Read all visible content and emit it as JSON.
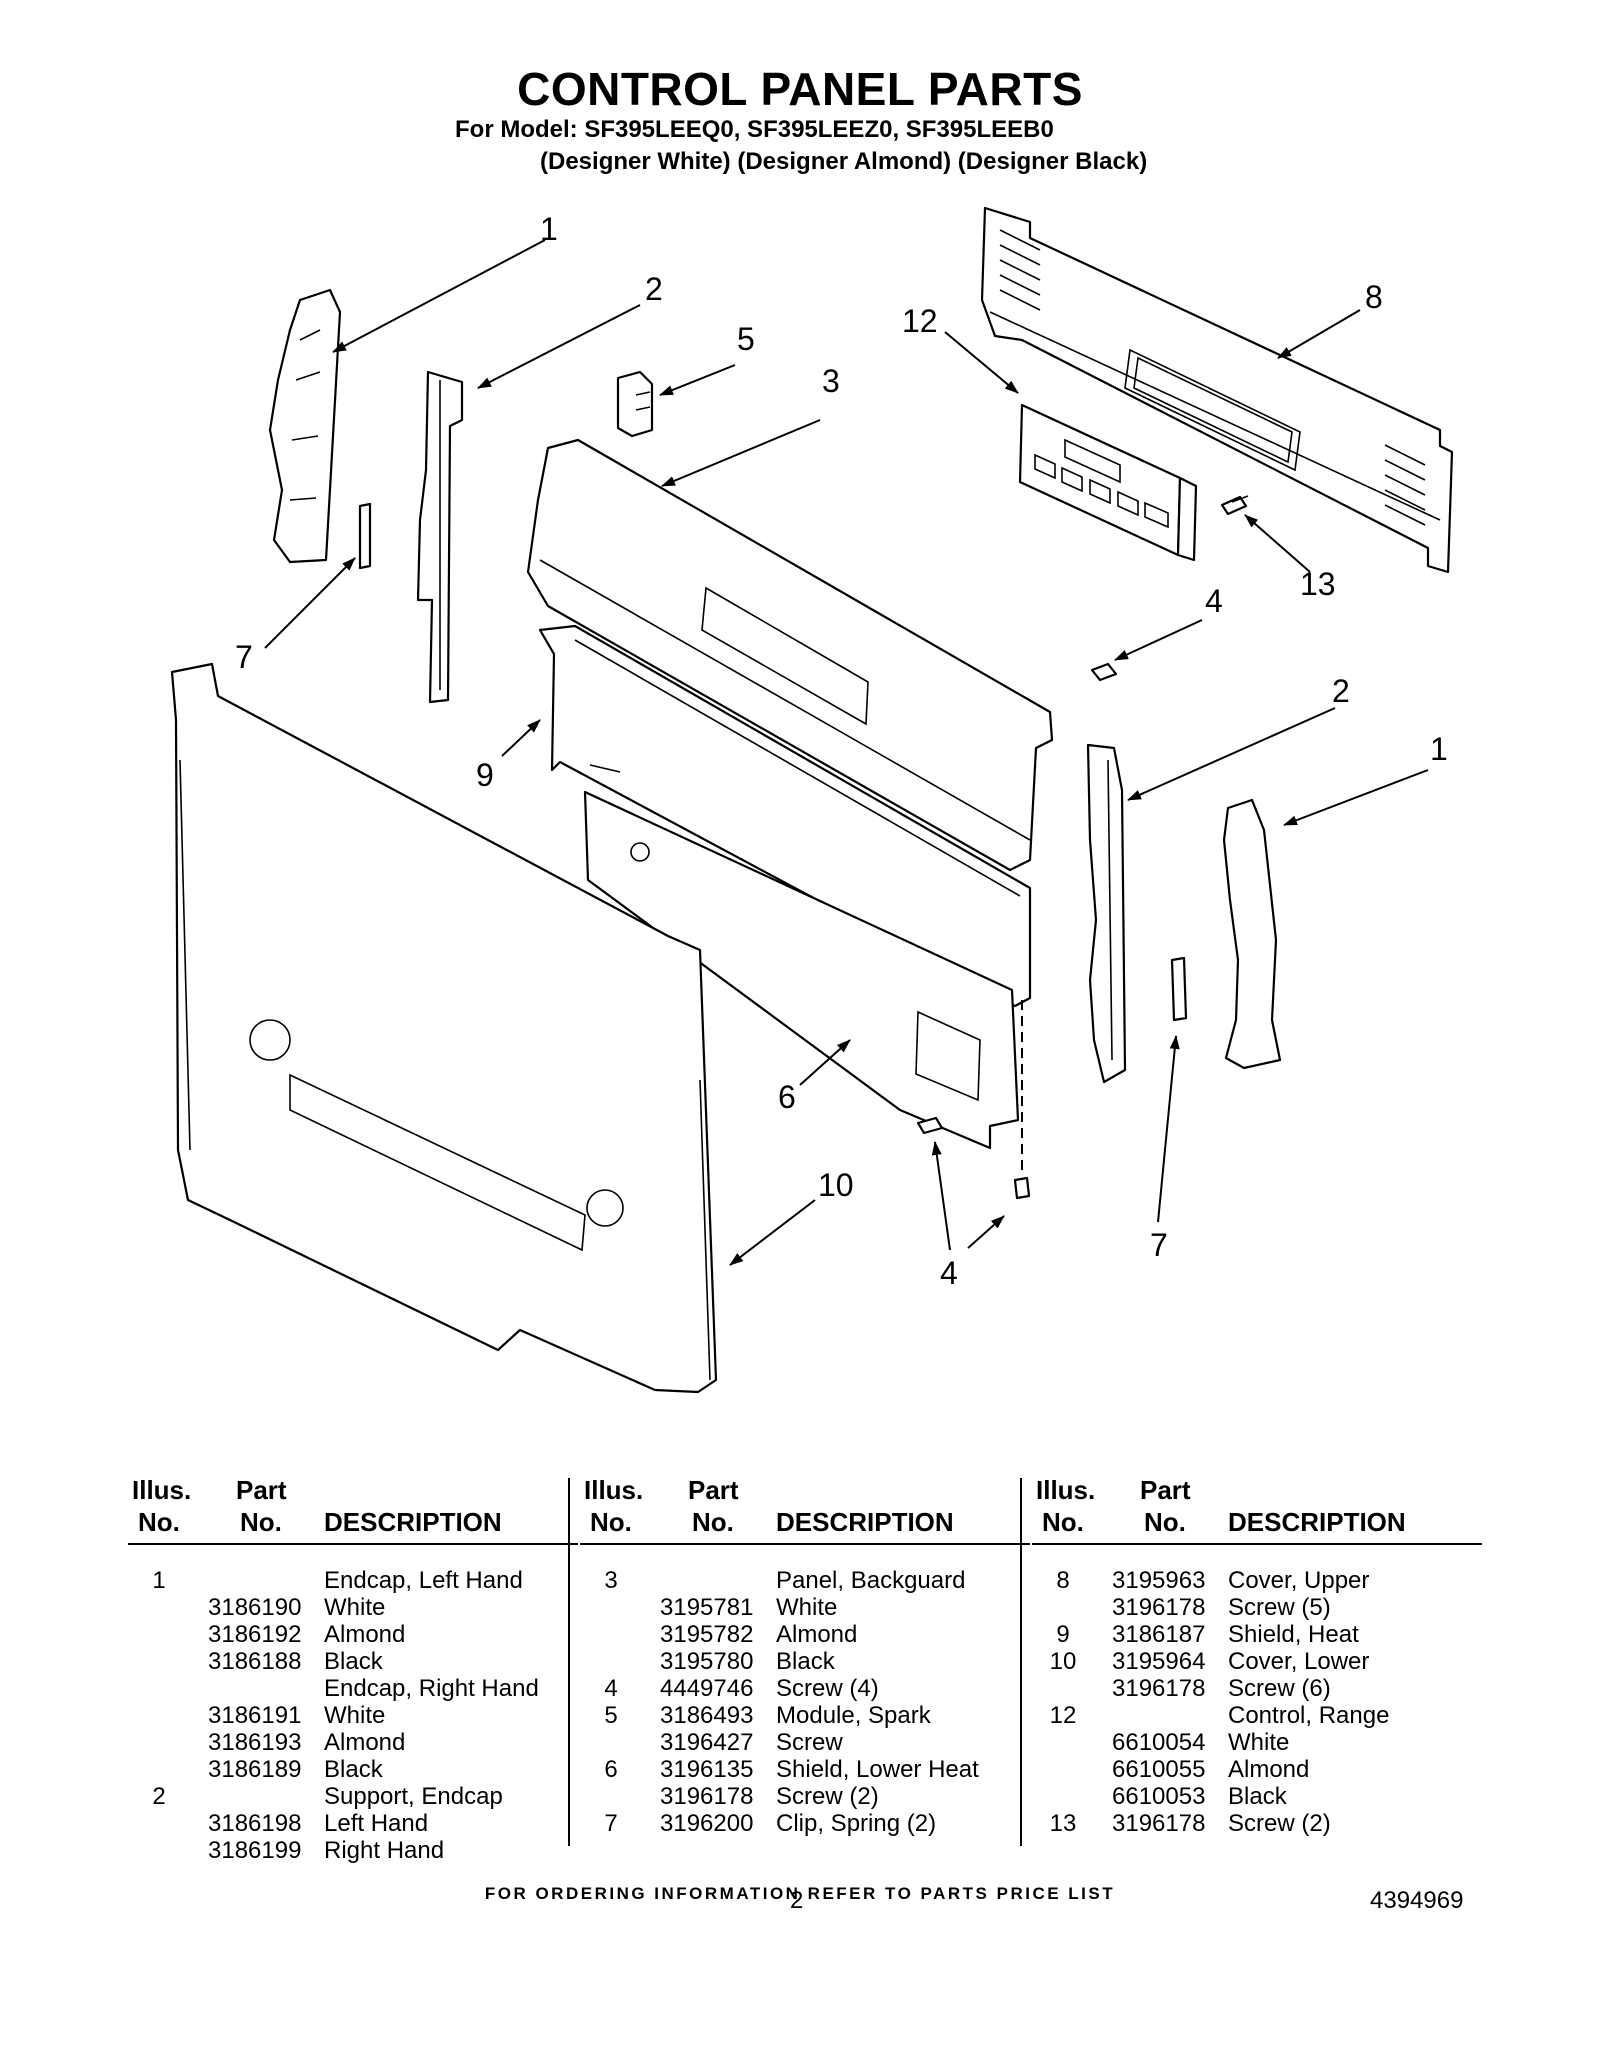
{
  "header": {
    "title": "CONTROL PANEL PARTS",
    "models_line": "For Model: SF395LEEQ0, SF395LEEZ0, SF395LEEB0",
    "colors_line": "(Designer White) (Designer Almond) (Designer Black)"
  },
  "diagram": {
    "callouts": [
      "1",
      "2",
      "5",
      "3",
      "12",
      "8",
      "13",
      "4",
      "7",
      "9",
      "2",
      "1",
      "6",
      "10",
      "4",
      "7"
    ]
  },
  "table": {
    "headers": {
      "illus_line1": "Illus.",
      "illus_line2": "No.",
      "part_line1": "Part",
      "part_line2": "No.",
      "description": "DESCRIPTION"
    },
    "columns": [
      [
        {
          "illus": "1",
          "part": "",
          "desc": "Endcap, Left Hand"
        },
        {
          "illus": "",
          "part": "3186190",
          "desc": "White"
        },
        {
          "illus": "",
          "part": "3186192",
          "desc": "Almond"
        },
        {
          "illus": "",
          "part": "3186188",
          "desc": "Black"
        },
        {
          "illus": "",
          "part": "",
          "desc": "Endcap, Right Hand"
        },
        {
          "illus": "",
          "part": "3186191",
          "desc": "White"
        },
        {
          "illus": "",
          "part": "3186193",
          "desc": "Almond"
        },
        {
          "illus": "",
          "part": "3186189",
          "desc": "Black"
        },
        {
          "illus": "2",
          "part": "",
          "desc": "Support, Endcap"
        },
        {
          "illus": "",
          "part": "3186198",
          "desc": "Left Hand"
        },
        {
          "illus": "",
          "part": "3186199",
          "desc": "Right Hand"
        }
      ],
      [
        {
          "illus": "3",
          "part": "",
          "desc": "Panel, Backguard"
        },
        {
          "illus": "",
          "part": "3195781",
          "desc": "White"
        },
        {
          "illus": "",
          "part": "3195782",
          "desc": "Almond"
        },
        {
          "illus": "",
          "part": "3195780",
          "desc": "Black"
        },
        {
          "illus": "4",
          "part": "4449746",
          "desc": "Screw (4)"
        },
        {
          "illus": "5",
          "part": "3186493",
          "desc": "Module, Spark"
        },
        {
          "illus": "",
          "part": "3196427",
          "desc": "Screw"
        },
        {
          "illus": "6",
          "part": "3196135",
          "desc": "Shield, Lower Heat"
        },
        {
          "illus": "",
          "part": "3196178",
          "desc": "Screw (2)"
        },
        {
          "illus": "7",
          "part": "3196200",
          "desc": "Clip, Spring (2)"
        }
      ],
      [
        {
          "illus": "8",
          "part": "3195963",
          "desc": "Cover, Upper"
        },
        {
          "illus": "",
          "part": "3196178",
          "desc": "Screw (5)"
        },
        {
          "illus": "9",
          "part": "3186187",
          "desc": "Shield, Heat"
        },
        {
          "illus": "10",
          "part": "3195964",
          "desc": "Cover, Lower"
        },
        {
          "illus": "",
          "part": "3196178",
          "desc": "Screw (6)"
        },
        {
          "illus": "12",
          "part": "",
          "desc": "Control, Range"
        },
        {
          "illus": "",
          "part": "6610054",
          "desc": "White"
        },
        {
          "illus": "",
          "part": "6610055",
          "desc": "Almond"
        },
        {
          "illus": "",
          "part": "6610053",
          "desc": "Black"
        },
        {
          "illus": "13",
          "part": "3196178",
          "desc": "Screw (2)"
        }
      ]
    ]
  },
  "footer": {
    "ordering_note": "FOR ORDERING INFORMATION REFER TO PARTS PRICE LIST",
    "page_number": "2",
    "document_number": "4394969"
  }
}
